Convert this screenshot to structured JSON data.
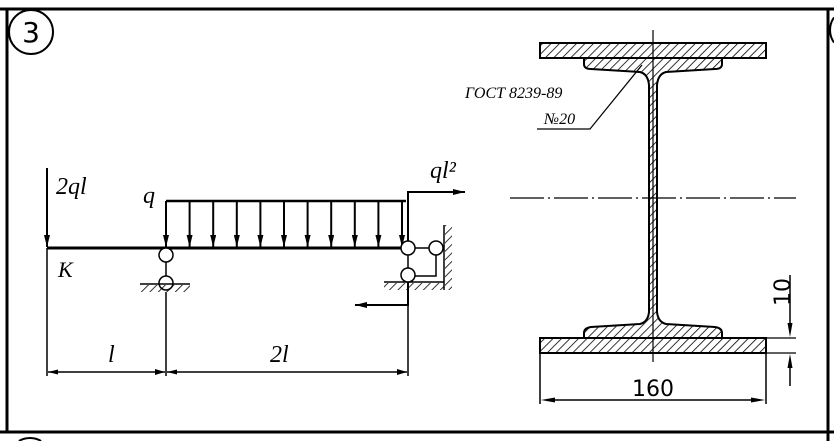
{
  "problem_number": "3",
  "beam": {
    "load_point": "2ql",
    "distributed_load": "q",
    "moment": "ql²",
    "point_label": "K",
    "span_left": "l",
    "span_right": "2l"
  },
  "section": {
    "standard": "ГОСТ 8239-89",
    "profile_number": "№20",
    "plate_width": "160",
    "plate_thickness": "10"
  }
}
